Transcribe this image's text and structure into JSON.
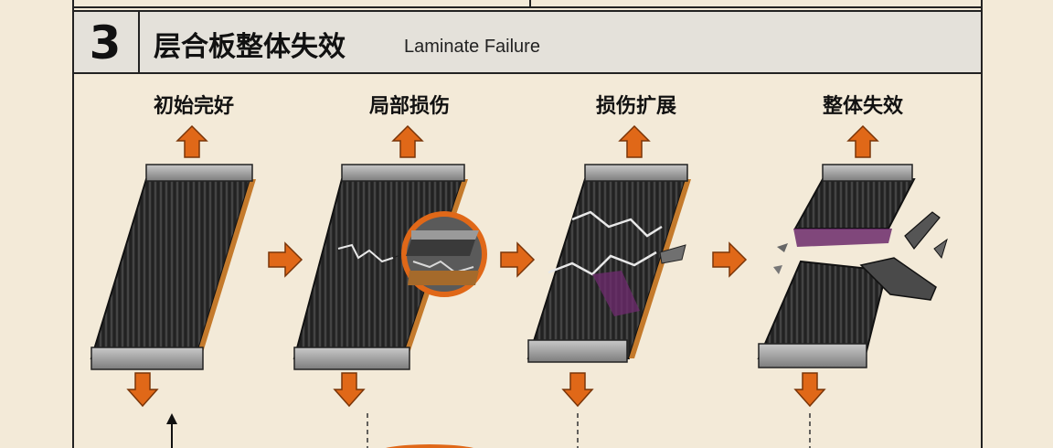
{
  "section": {
    "number": "3",
    "title": "层合板整体失效",
    "title_en": "Laminate Failure"
  },
  "stages": [
    {
      "label": "初始完好"
    },
    {
      "label": "局部损伤"
    },
    {
      "label": "损伤扩展"
    },
    {
      "label": "整体失效"
    }
  ],
  "colors": {
    "background": "#f3ead8",
    "header_fill": "#e4e1da",
    "arrow": "#e06818",
    "plate": "#2b2b2b",
    "grip": "#9a9a9a",
    "damage": "#6b2a6b"
  }
}
